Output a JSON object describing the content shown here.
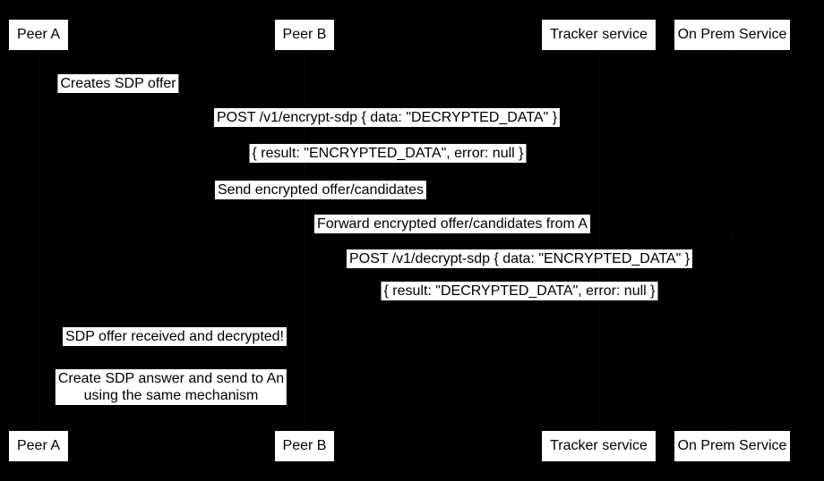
{
  "diagram": {
    "type": "sequence-diagram",
    "colors": {
      "background": "#000000",
      "label_background": "#ffffff",
      "label_text": "#000000"
    },
    "actors": [
      {
        "label": "Peer A"
      },
      {
        "label": "Peer B"
      },
      {
        "label": "Tracker service"
      },
      {
        "label": "On Prem Service"
      }
    ],
    "messages": [
      {
        "text": "Creates SDP offer"
      },
      {
        "text": "POST /v1/encrypt-sdp { data: \"DECRYPTED_DATA\" }"
      },
      {
        "text": "{ result: \"ENCRYPTED_DATA\", error: null }"
      },
      {
        "text": "Send encrypted offer/candidates"
      },
      {
        "text": "Forward encrypted offer/candidates from A"
      },
      {
        "text": "POST /v1/decrypt-sdp { data: \"ENCRYPTED_DATA\" }"
      },
      {
        "text": "{ result: \"DECRYPTED_DATA\", error: null }"
      },
      {
        "text": "SDP offer received and decrypted!"
      },
      {
        "lines": [
          "Create SDP answer and send to An",
          "using the same mechanism"
        ]
      }
    ]
  }
}
